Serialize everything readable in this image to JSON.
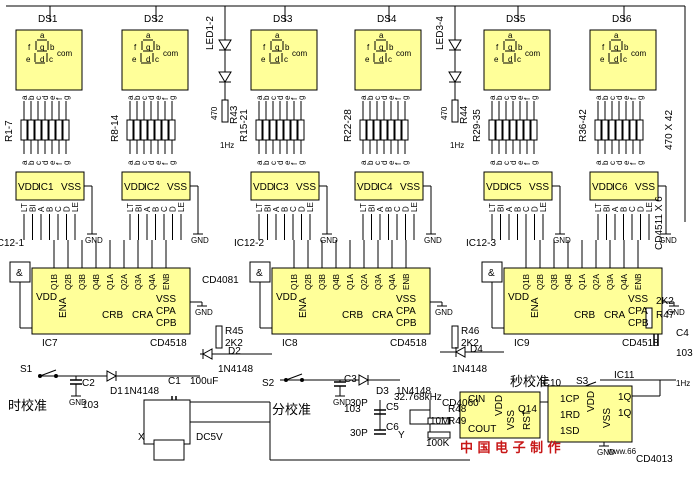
{
  "displays": [
    "DS1",
    "DS2",
    "DS3",
    "DS4",
    "DS5",
    "DS6"
  ],
  "segment_letters": {
    "a": "a",
    "b": "b",
    "c": "c",
    "d": "d",
    "e": "e",
    "f": "f",
    "g": "g",
    "com": "com"
  },
  "seg_pins": [
    "a",
    "b",
    "c",
    "d",
    "e",
    "f",
    "g"
  ],
  "resistor_arrays": [
    "R1-7",
    "R8-14",
    "R15-21",
    "R22-28",
    "R29-35",
    "R36-42"
  ],
  "resistor_array_value": "470 X 42",
  "decoders": [
    "IC1",
    "IC2",
    "IC3",
    "IC4",
    "IC5",
    "IC6"
  ],
  "decoder_part": "CD4511 X 6",
  "decoder_top_pins": {
    "vdd": "VDD",
    "vss": "VSS"
  },
  "decoder_bottom_pins": [
    "LT",
    "BI",
    "A",
    "B",
    "C",
    "D",
    "LE"
  ],
  "leds": [
    {
      "label": "LED1-2",
      "resistor": "R43",
      "value": "470",
      "freq": "1Hz"
    },
    {
      "label": "LED3-4",
      "resistor": "R44",
      "value": "470",
      "freq": "1Hz"
    }
  ],
  "gates": [
    "IC12-1",
    "IC12-2",
    "IC12-3"
  ],
  "gate_part": "CD4081",
  "gate_symbol": "&",
  "counters": [
    "IC7",
    "IC8",
    "IC9"
  ],
  "counter_part": "CD4518",
  "counter_top_pins": [
    "Q1B",
    "Q2B",
    "Q3B",
    "Q4B",
    "Q1A",
    "Q2A",
    "Q3A",
    "Q4A",
    "ENB"
  ],
  "counter_side_pins": {
    "vdd": "VDD",
    "ena": "ENA",
    "crb": "CRB",
    "cra": "CRA",
    "vss": "VSS",
    "cpa": "CPA",
    "cpb": "CPB"
  },
  "gnd": "GND",
  "resistors": {
    "r45": {
      "name": "R45",
      "value": "2K2"
    },
    "r46": {
      "name": "R46",
      "value": "2K2"
    },
    "r47": {
      "name": "R47",
      "value": "2K2"
    },
    "r48": {
      "name": "R48",
      "value": "10M"
    },
    "r49": {
      "name": "R49",
      "value": "100K"
    }
  },
  "diodes": {
    "d1": {
      "name": "D1",
      "part": "1N4148"
    },
    "d2": {
      "name": "D2",
      "part": "1N4148"
    },
    "d3": {
      "name": "D3",
      "part": "1N4148"
    },
    "d4": {
      "name": "D4",
      "part": "1N4148"
    }
  },
  "capacitors": {
    "c1": {
      "name": "C1",
      "value": "100uF"
    },
    "c2": {
      "name": "C2",
      "value": "103"
    },
    "c3": {
      "name": "C3",
      "value": "103"
    },
    "c4": {
      "name": "C4",
      "value": "103"
    },
    "c5": {
      "name": "C5",
      "value": "30P"
    },
    "c6": {
      "name": "C6",
      "value": "30P"
    }
  },
  "switches": {
    "s1": {
      "name": "S1",
      "function": "时校准"
    },
    "s2": {
      "name": "S2",
      "function": "分校准"
    },
    "s3": {
      "name": "S3",
      "function": "秒校准"
    }
  },
  "crystal": {
    "name": "Y",
    "freq": "32.768kHz"
  },
  "osc": {
    "name": "IC10",
    "part": "CD4060",
    "pins": [
      "CIN",
      "COUT",
      "VDD",
      "VSS",
      "Q14",
      "RST"
    ]
  },
  "flipflop": {
    "name": "IC11",
    "part": "CD4013",
    "pins": [
      "1CP",
      "1RD",
      "1SD",
      "VDD",
      "VSS",
      "1Q",
      "1Q"
    ]
  },
  "freq_out": "1Hz",
  "power": {
    "connector": "X",
    "supply": "DC5V"
  },
  "watermark": {
    "text": "中 国 电 子 制 作",
    "url": "www.66"
  }
}
